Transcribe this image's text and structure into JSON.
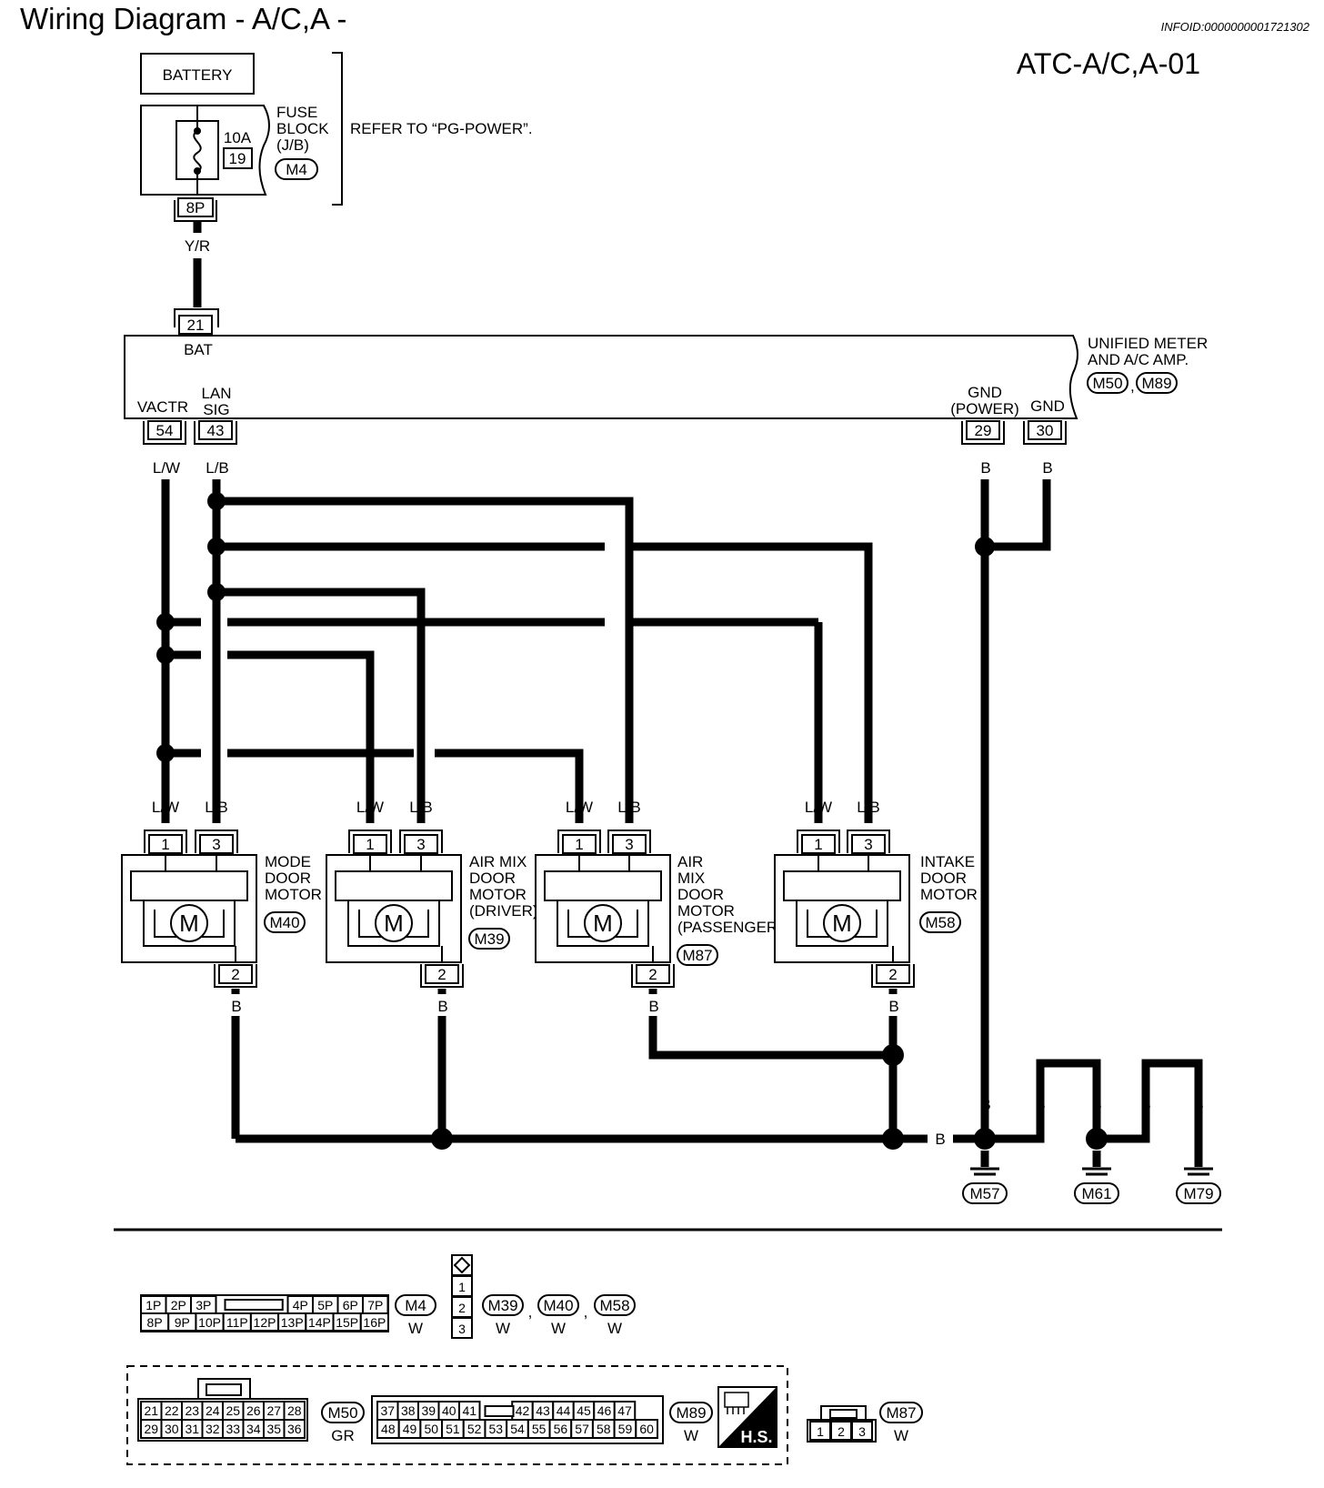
{
  "header": {
    "title": "Wiring Diagram - A/C,A -",
    "info_id": "INFOID:0000000001721302",
    "diagram_code": "ATC-A/C,A-01"
  },
  "power": {
    "battery_label": "BATTERY",
    "fuse_amp": "10A",
    "fuse_no": "19",
    "fuse_block_label_1": "FUSE",
    "fuse_block_label_2": "BLOCK",
    "fuse_block_label_3": "(J/B)",
    "fuse_block_conn": "M4",
    "refer_text": "REFER TO “PG-POWER”.",
    "fuse_out_terminal": "8P",
    "wire_color": "Y/R"
  },
  "amp": {
    "name_1": "UNIFIED METER",
    "name_2": "AND A/C AMP.",
    "conn_a": "M50",
    "conn_b": "M89",
    "bat_terminal": "21",
    "bat_label": "BAT",
    "vactr_label": "VACTR",
    "vactr_terminal": "54",
    "lan_label_1": "LAN",
    "lan_label_2": "SIG",
    "lan_terminal": "43",
    "gnd_power_1": "GND",
    "gnd_power_2": "(POWER)",
    "gnd_power_terminal": "29",
    "gnd_label": "GND",
    "gnd_terminal": "30",
    "vactr_wire": "L/W",
    "lan_wire": "L/B",
    "gnd_wire": "B"
  },
  "motors": [
    {
      "name": [
        "MODE",
        "DOOR",
        "MOTOR"
      ],
      "conn": "M40",
      "t1": "1",
      "t3": "3",
      "t2": "2",
      "w1": "L/W",
      "w3": "L/B",
      "w2": "B",
      "symbol": "M"
    },
    {
      "name": [
        "AIR MIX",
        "DOOR",
        "MOTOR",
        "(DRIVER)"
      ],
      "conn": "M39",
      "t1": "1",
      "t3": "3",
      "t2": "2",
      "w1": "L/W",
      "w3": "L/B",
      "w2": "B",
      "symbol": "M"
    },
    {
      "name": [
        "AIR",
        "MIX",
        "DOOR",
        "MOTOR",
        "(PASSENGER)"
      ],
      "conn": "M87",
      "t1": "1",
      "t3": "3",
      "t2": "2",
      "w1": "L/W",
      "w3": "L/B",
      "w2": "B",
      "symbol": "M"
    },
    {
      "name": [
        "INTAKE",
        "DOOR",
        "MOTOR"
      ],
      "conn": "M58",
      "t1": "1",
      "t3": "3",
      "t2": "2",
      "w1": "L/W",
      "w3": "L/B",
      "w2": "B",
      "symbol": "M"
    }
  ],
  "grounds": {
    "bus_wire": "B",
    "items": [
      {
        "conn": "M57",
        "wire": "B"
      },
      {
        "conn": "M61",
        "wire": "B"
      },
      {
        "conn": "M79",
        "wire": "B"
      },
      {
        "wire": "B"
      }
    ]
  },
  "connectors": {
    "m4": {
      "row1": [
        "1P",
        "2P",
        "3P",
        "4P",
        "5P",
        "6P",
        "7P"
      ],
      "row2": [
        "8P",
        "9P",
        "10P",
        "11P",
        "12P",
        "13P",
        "14P",
        "15P",
        "16P"
      ],
      "conn": "M4",
      "color": "W"
    },
    "motor3": {
      "pins": [
        "1",
        "2",
        "3"
      ],
      "conns": [
        "M39",
        "M40",
        "M58"
      ],
      "sep": ",",
      "colors": [
        "W",
        "W",
        "W"
      ]
    },
    "m50": {
      "row1": [
        "21",
        "22",
        "23",
        "24",
        "25",
        "26",
        "27",
        "28"
      ],
      "row2": [
        "29",
        "30",
        "31",
        "32",
        "33",
        "34",
        "35",
        "36"
      ],
      "conn": "M50",
      "color": "GR"
    },
    "m89": {
      "row1": [
        "37",
        "38",
        "39",
        "40",
        "41",
        "42",
        "43",
        "44",
        "45",
        "46",
        "47"
      ],
      "row2": [
        "48",
        "49",
        "50",
        "51",
        "52",
        "53",
        "54",
        "55",
        "56",
        "57",
        "58",
        "59",
        "60"
      ],
      "conn": "M89",
      "color": "W"
    },
    "hs": "H.S.",
    "m87": {
      "pins": [
        "1",
        "2",
        "3"
      ],
      "conn": "M87",
      "color": "W"
    }
  }
}
